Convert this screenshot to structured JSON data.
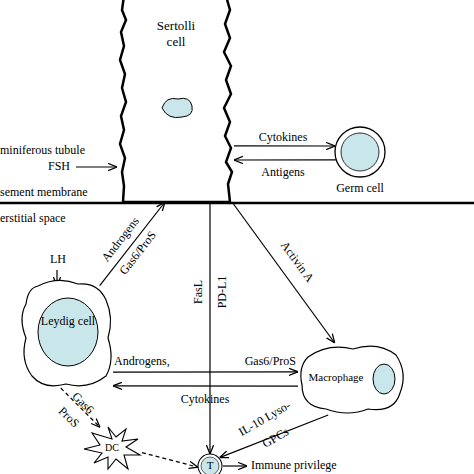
{
  "diagram": {
    "nodes": [
      {
        "text": [
          "Sertolli cell"
        ]
      },
      {
        "text": [
          "Germ cell"
        ]
      },
      {
        "text": [
          "Leydig cell"
        ]
      },
      {
        "text": [
          "Macrophage"
        ]
      },
      {
        "text": [
          "DC"
        ]
      },
      {
        "text": [
          "T"
        ]
      }
    ],
    "edges": [
      {
        "from": 0,
        "to": 1,
        "label": "Cytokines",
        "arrow": "to"
      },
      {
        "from": 1,
        "to": 0,
        "label": "Antigens",
        "arrow": "to"
      },
      {
        "from": 2,
        "to": 0,
        "label": "Androgens Gas6/ProS",
        "arrow": "to"
      },
      {
        "from": 0,
        "to": 5,
        "label": "FasL PD-L1",
        "arrow": "to"
      },
      {
        "from": 0,
        "to": 3,
        "label": "Activin A",
        "arrow": "to"
      },
      {
        "from": 2,
        "to": 3,
        "label": "Androgens, Gas6/ProS",
        "arrow": "to"
      },
      {
        "from": 3,
        "to": 2,
        "label": "Cytokines",
        "arrow": "to"
      },
      {
        "from": 3,
        "to": 5,
        "label": "IL-10 Lyso-GPCs",
        "arrow": "to"
      },
      {
        "from": 2,
        "to": 4,
        "label": "Gas6 ProS",
        "arrow": "to"
      },
      {
        "from": 4,
        "to": 5,
        "arrow": "to"
      }
    ],
    "labels": [
      "miniferous tubule",
      "FSH",
      "sement membrane",
      "erstitial space",
      "LH",
      "Immune privilege"
    ]
  }
}
